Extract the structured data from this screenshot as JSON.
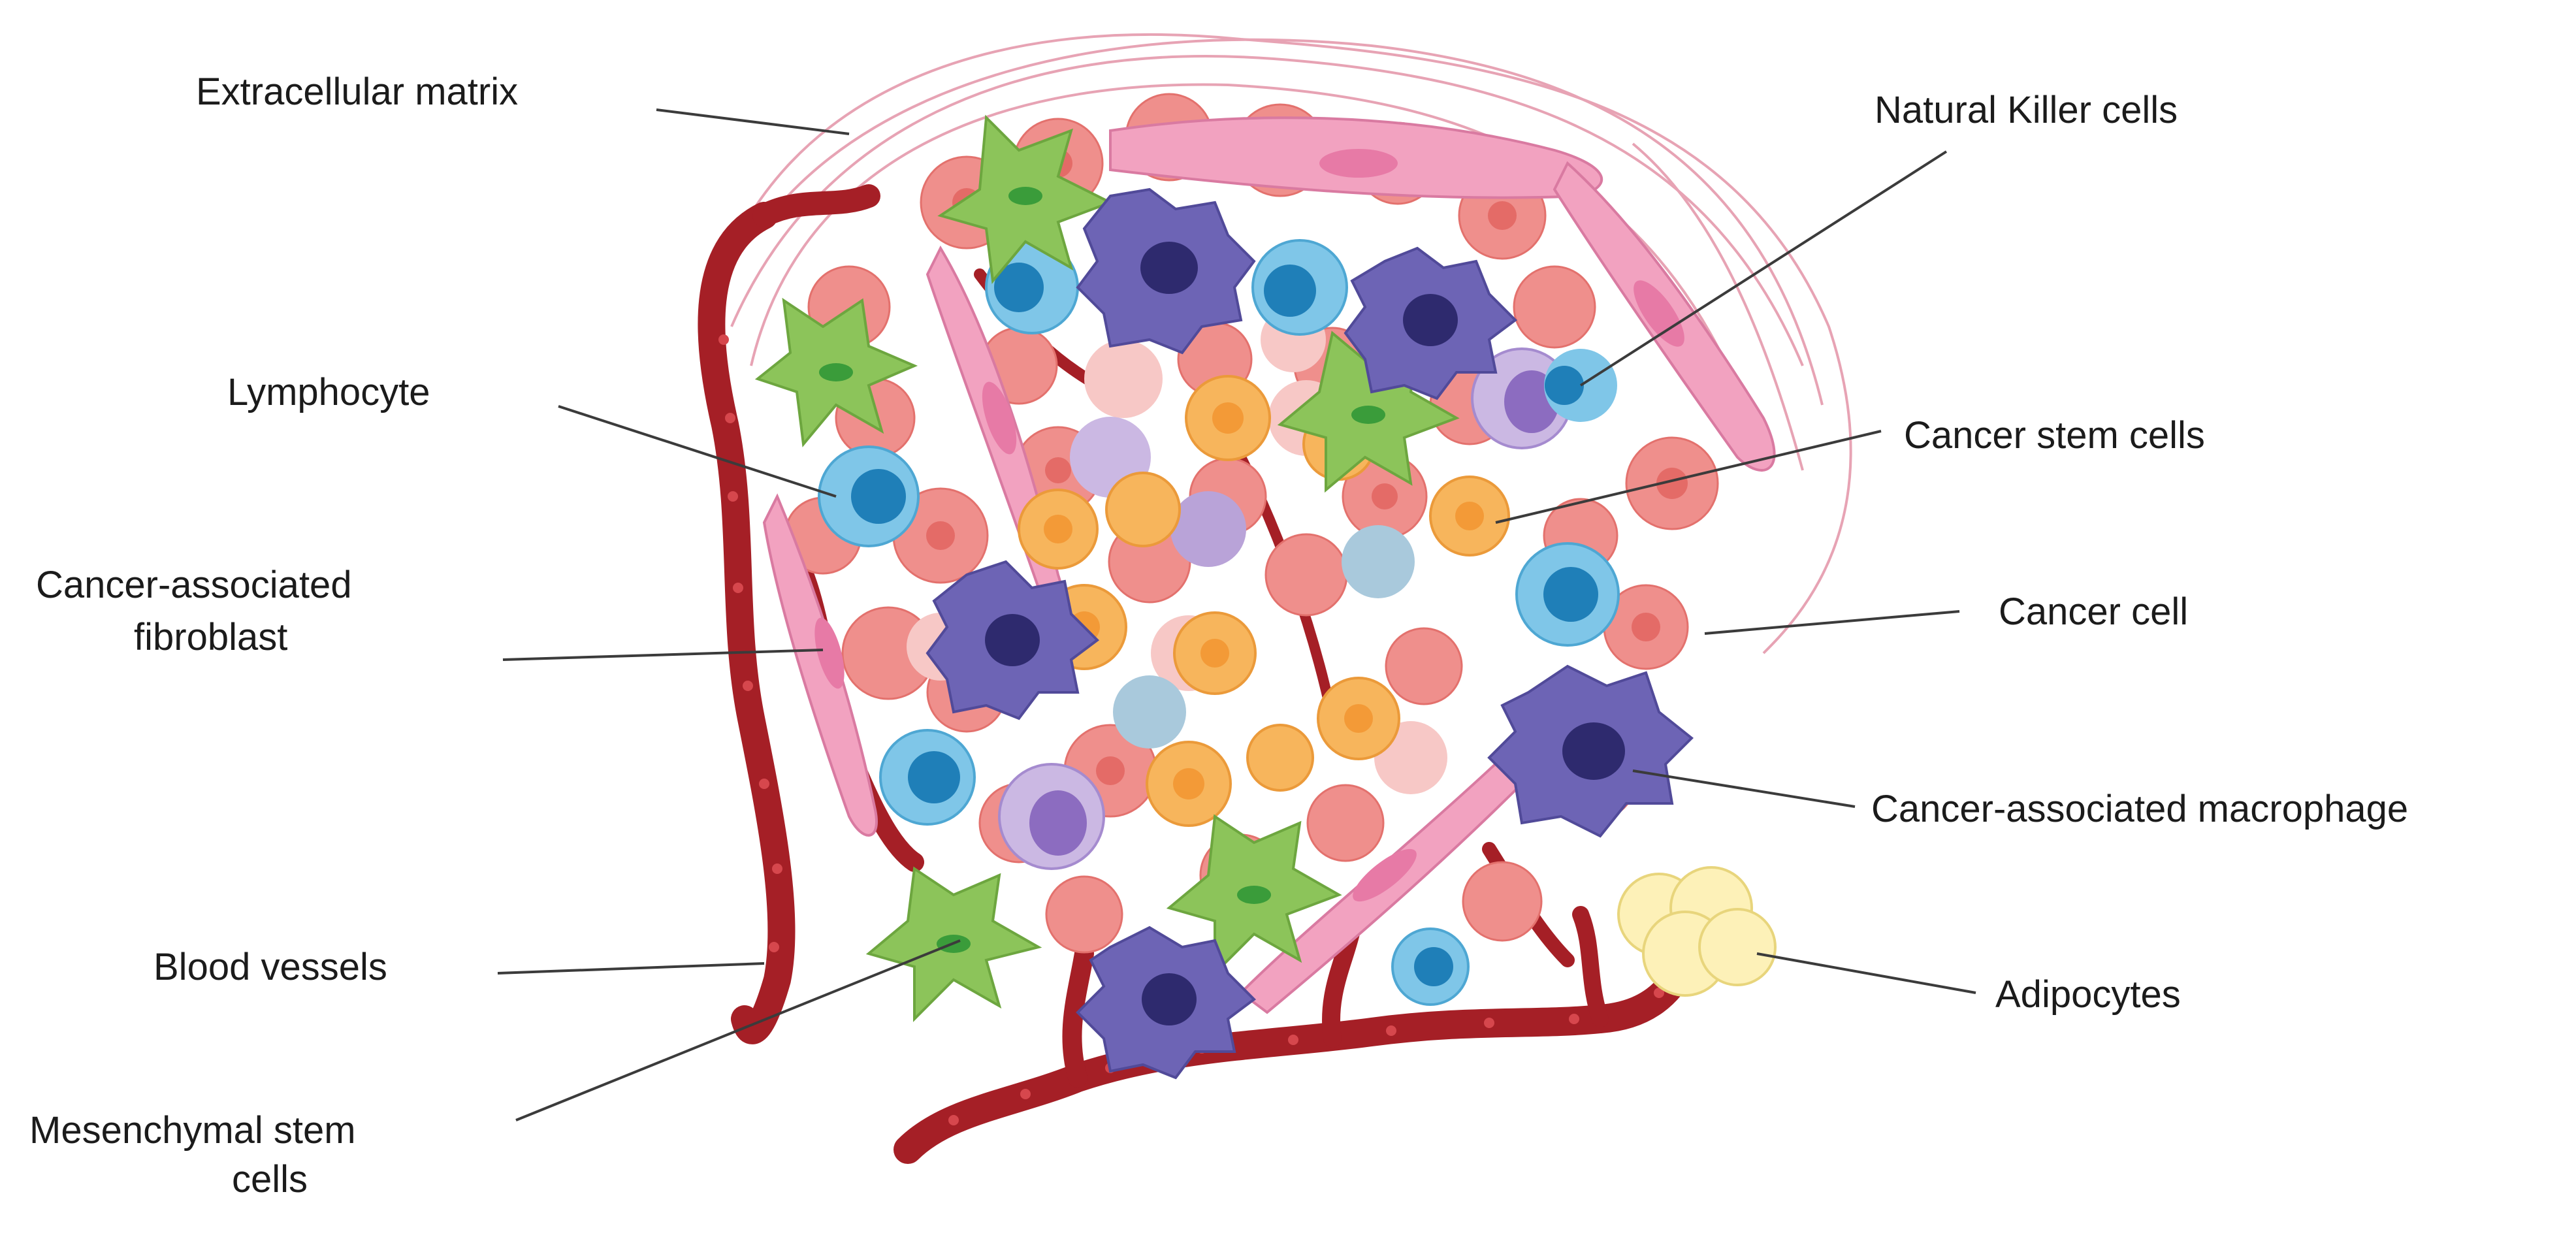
{
  "figure": {
    "labels": {
      "extracellular_matrix": "Extracellular matrix",
      "natural_killer_cells": "Natural Killer cells",
      "lymphocyte": "Lymphocyte",
      "cancer_stem_cells": "Cancer stem cells",
      "caf_line1": "Cancer-associated",
      "caf_line2": "fibroblast",
      "cancer_cell": "Cancer cell",
      "cam": "Cancer-associated macrophage",
      "blood_vessels": "Blood vessels",
      "adipocytes": "Adipocytes",
      "msc_line1": "Mesenchymal stem",
      "msc_line2": "cells"
    },
    "colors": {
      "vessel": "#a51f26",
      "vessel_dot": "#d6474d",
      "ecm_fiber": "#e7a3b4",
      "cancer_cell": "#ef8f8c",
      "cancer_cell_pale": "#f7c8c6",
      "lymphocyte_outer": "#7fc6e8",
      "lymphocyte_nucleus": "#1f7fb8",
      "stem_cell": "#f7b55c",
      "stem_core": "#f39a37",
      "fibroblast": "#f2a2c0",
      "fibroblast_nucleus": "#e77aa6",
      "msc": "#8cc45a",
      "msc_nucleus": "#3a9c3a",
      "macrophage": "#6d64b5",
      "macrophage_nucleus": "#2e2a6e",
      "nk_cell": "#b9a3d8",
      "nk_nucleus": "#8c6cc0",
      "adipocyte": "#fdf1b8",
      "adipocyte_edge": "#e8d57c",
      "leader_line": "#3b3b3b"
    }
  }
}
